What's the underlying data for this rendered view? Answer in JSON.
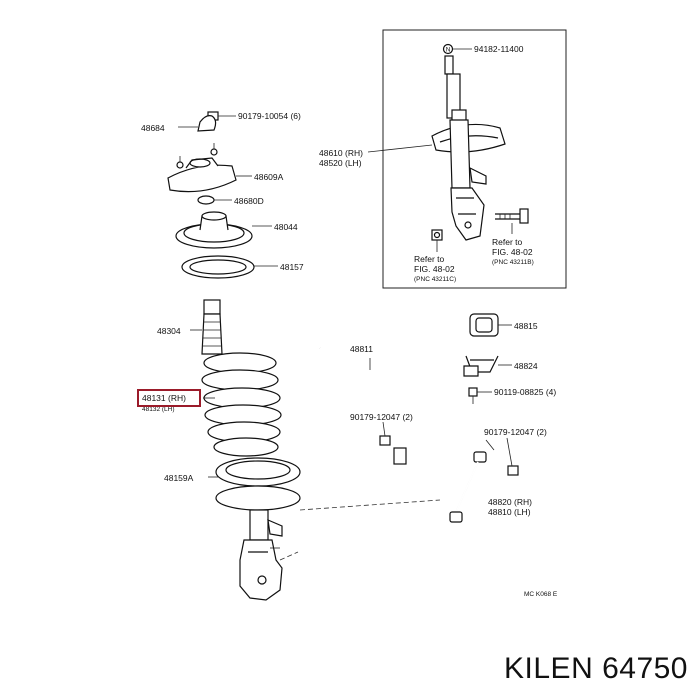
{
  "labels": {
    "l_94182": "94182-11400",
    "l_90179_10054": "90179-10054 (6)",
    "l_48684": "48684",
    "l_48610": "48610 (RH)",
    "l_48520": "48520 (LH)",
    "l_48609a": "48609A",
    "l_48680d": "48680D",
    "l_48044": "48044",
    "l_48157": "48157",
    "l_48304": "48304",
    "l_48811": "48811",
    "l_48815": "48815",
    "l_48824": "48824",
    "l_48131": "48131 (RH)",
    "l_48132": "48132 (LH)",
    "l_90119": "90119-08825 (4)",
    "l_90179a": "90179-12047 (2)",
    "l_90179b": "90179-12047 (2)",
    "l_48159a": "48159A",
    "l_48820": "48820 (RH)",
    "l_48810": "48810 (LH)",
    "refer1_a": "Refer to",
    "refer1_b": "FIG. 48-02",
    "refer1_c": "(PNC 43211C)",
    "refer2_a": "Refer to",
    "refer2_b": "FIG. 48-02",
    "refer2_c": "(PNC 43211B)",
    "code": "MC K068 E"
  },
  "brand": "KILEN 64750",
  "highlight_color": "#9b1b2a"
}
